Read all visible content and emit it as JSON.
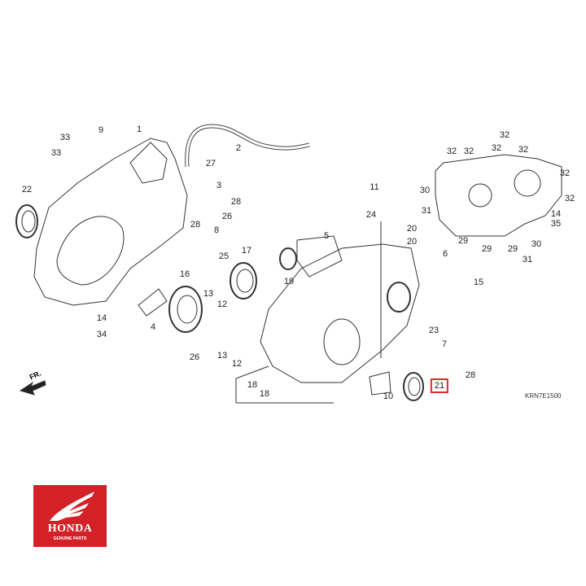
{
  "diagram_code": "KRN7E1500",
  "direction_label": "FR.",
  "highlighted_part": "21",
  "logo": {
    "brand": "HONDA",
    "tagline": "GENUINE PARTS",
    "color": "#d42127"
  },
  "highlight_color": "#e0282e",
  "callouts": [
    "9",
    "1",
    "33",
    "33",
    "2",
    "27",
    "22",
    "3",
    "28",
    "26",
    "28",
    "8",
    "25",
    "17",
    "16",
    "19",
    "13",
    "12",
    "4",
    "14",
    "34",
    "26",
    "13",
    "12",
    "18",
    "18",
    "32",
    "32",
    "32",
    "32",
    "32",
    "32",
    "32",
    "30",
    "11",
    "24",
    "20",
    "20",
    "5",
    "6",
    "31",
    "14",
    "35",
    "29",
    "29",
    "29",
    "30",
    "31",
    "15",
    "23",
    "7",
    "28",
    "21",
    "10"
  ]
}
